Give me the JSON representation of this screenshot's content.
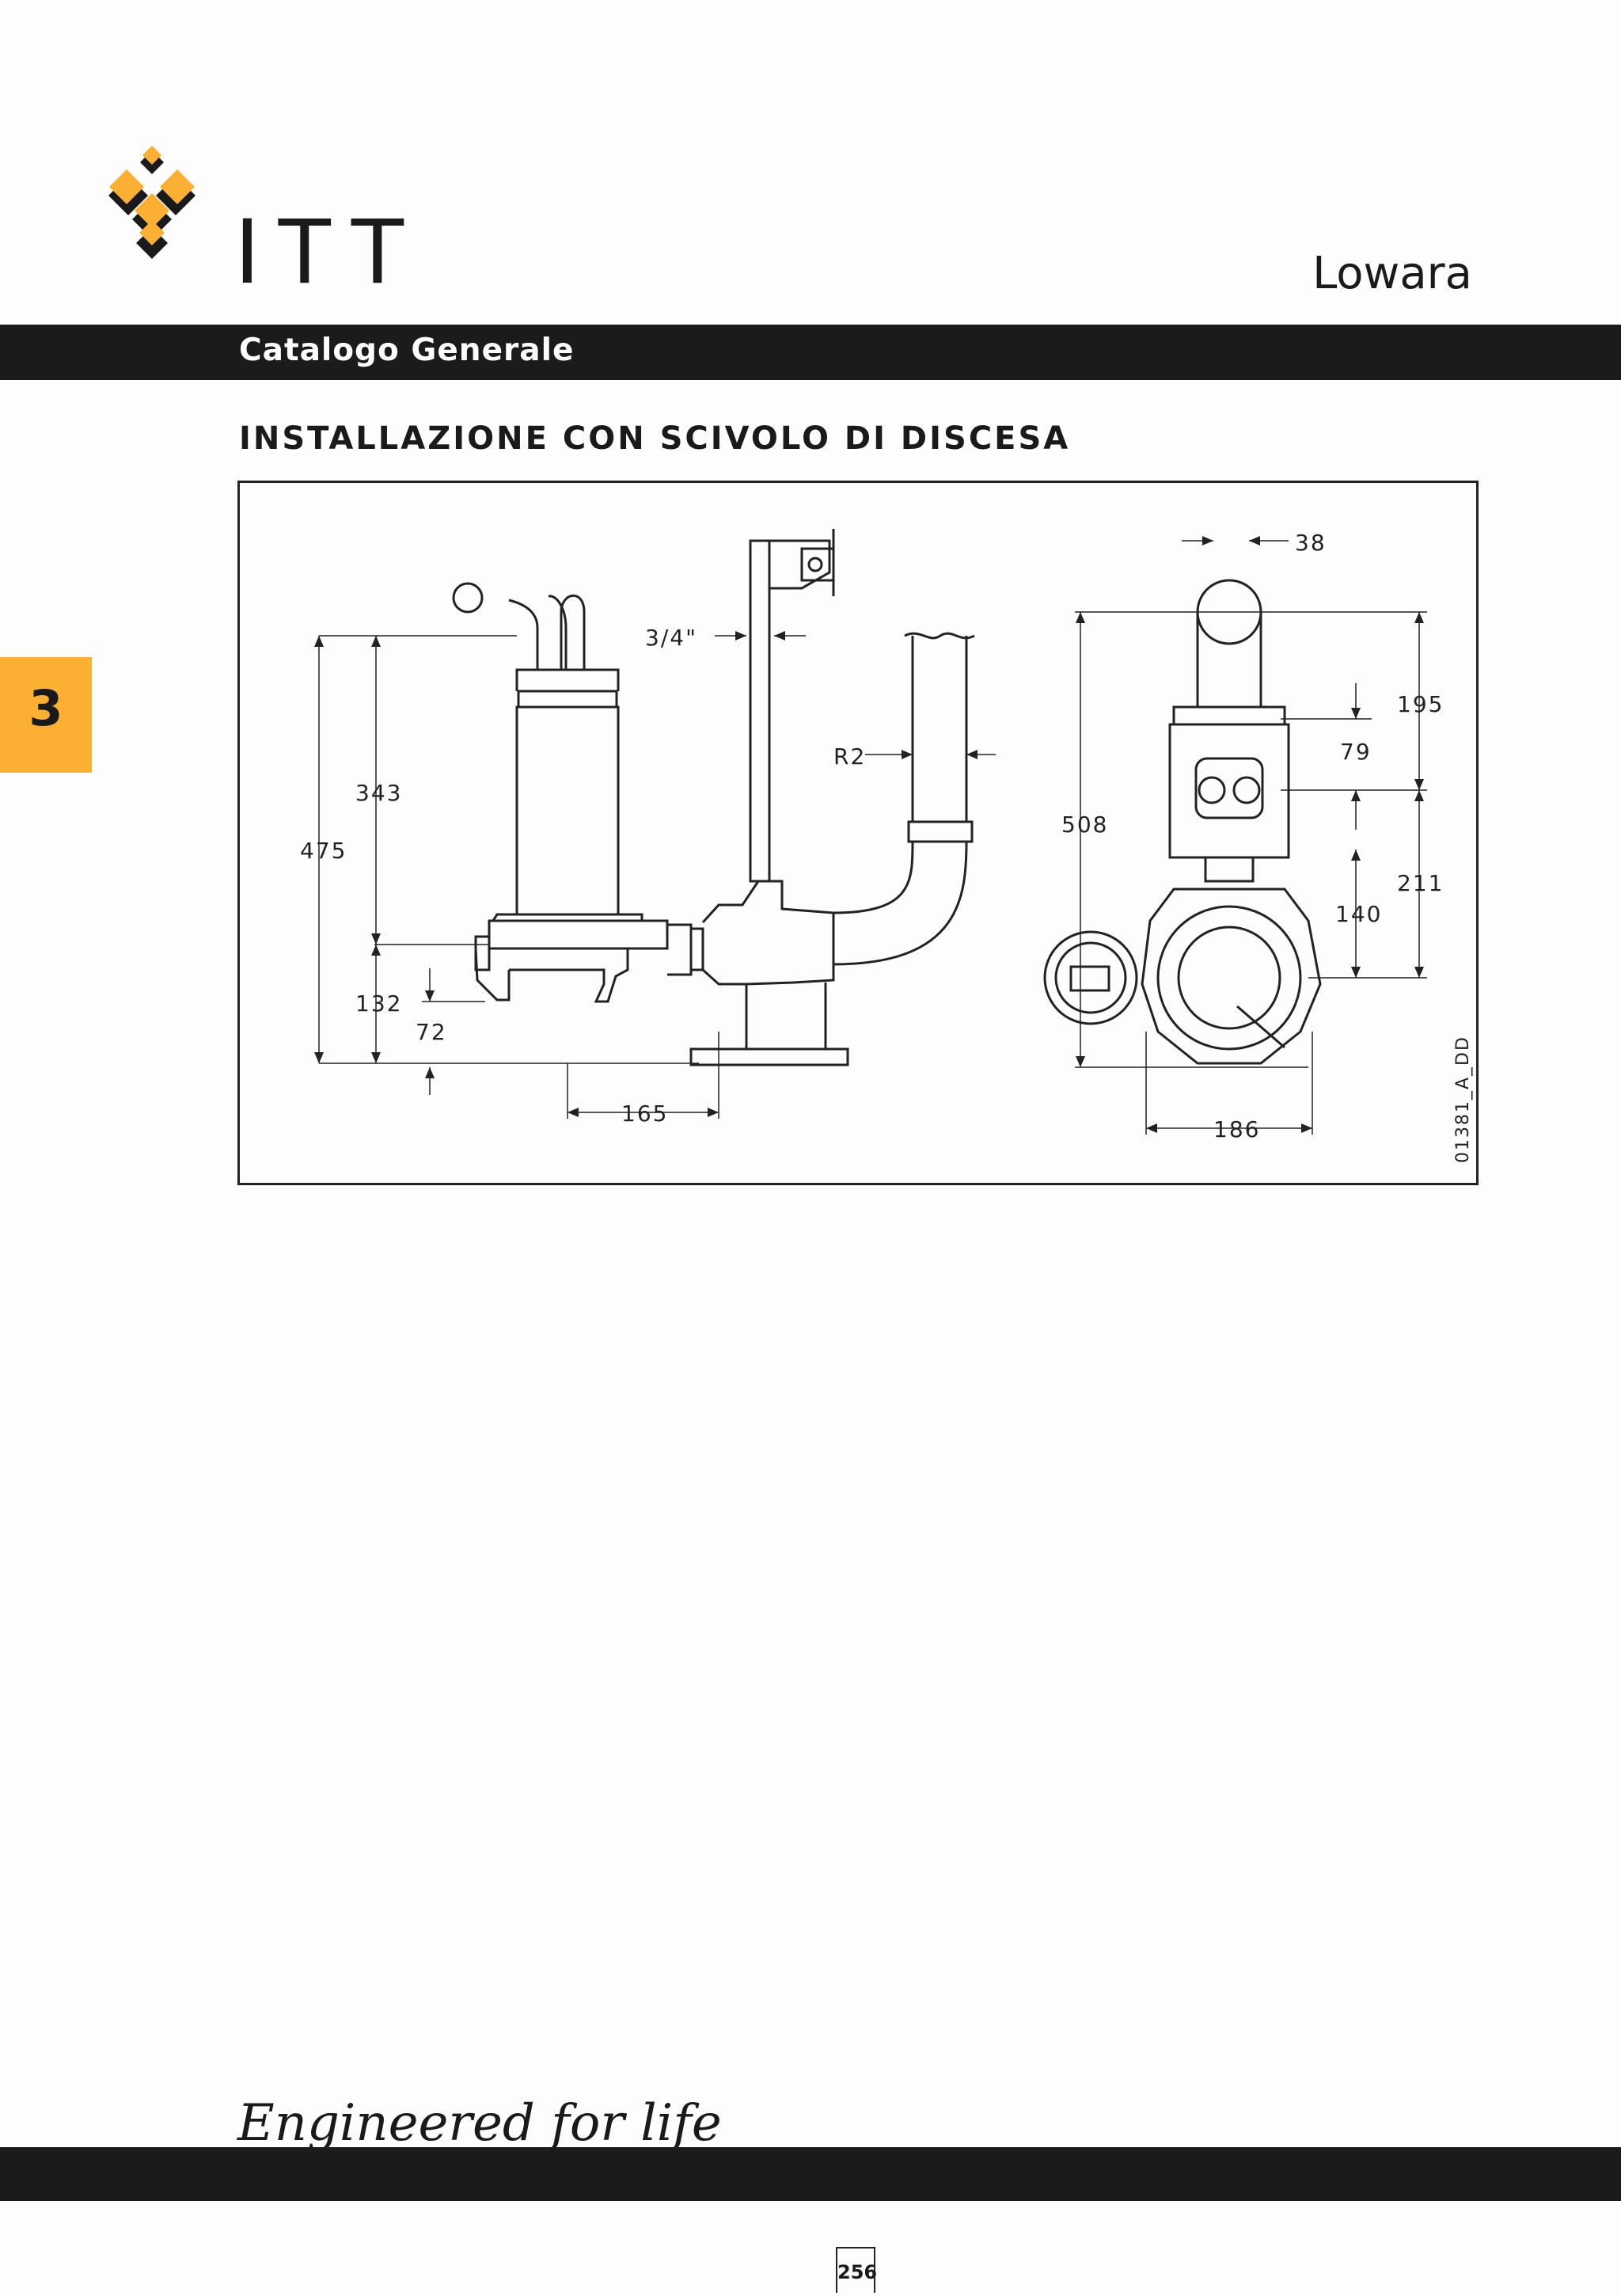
{
  "header": {
    "brand": "ITT",
    "product": "Lowara",
    "band_title": "Catalogo Generale"
  },
  "section_tab": {
    "number": "3"
  },
  "page": {
    "heading": "INSTALLAZIONE CON SCIVOLO DI DISCESA"
  },
  "drawing": {
    "dimensions": {
      "d38": "38",
      "d3_4": "3/4\"",
      "d195": "195",
      "dR2": "R2",
      "d79": "79",
      "d343": "343",
      "d508": "508",
      "d475": "475",
      "d211": "211",
      "d140": "140",
      "d132": "132",
      "d72": "72",
      "d165": "165",
      "d186": "186"
    },
    "drawing_code": "01381_A_DD"
  },
  "footer": {
    "tagline": "Engineered for life",
    "page_number": "256"
  },
  "colors": {
    "accent_orange": "#fbb034",
    "band_black": "#1b1b1b"
  }
}
